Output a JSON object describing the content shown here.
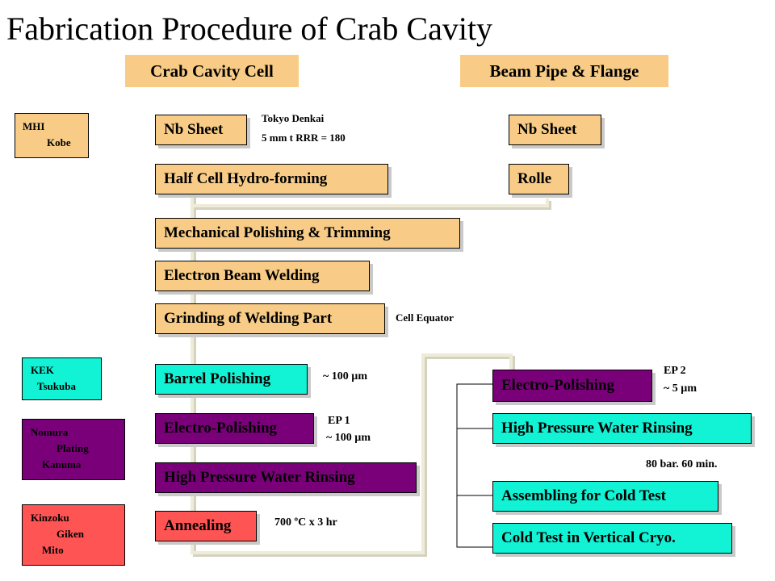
{
  "title": "Fabrication Procedure of Crab Cavity",
  "headers": {
    "cell": "Crab Cavity Cell",
    "pipe": "Beam Pipe & Flange"
  },
  "orgs": [
    {
      "lines": [
        "MHI",
        "Kobe"
      ]
    },
    {
      "lines": [
        "KEK",
        "Tsukuba"
      ]
    },
    {
      "lines": [
        "Nomura",
        "Plating",
        "Kanuma"
      ]
    },
    {
      "lines": [
        "Kinzoku",
        "Giken",
        "Mito"
      ]
    }
  ],
  "steps": {
    "nb_sheet_cell": "Nb Sheet",
    "half_cell": "Half Cell   Hydro-forming",
    "nb_sheet_pipe": "Nb Sheet",
    "rolle": "Rolle",
    "mech_polish": "Mechanical Polishing & Trimming",
    "eb_welding": "Electron Beam Welding",
    "grinding": "Grinding of Welding Part",
    "barrel": "Barrel Polishing",
    "ep1": "Electro-Polishing",
    "hpr1": "High Pressure Water Rinsing",
    "annealing": "Annealing",
    "ep2": "Electro-Polishing",
    "hpr2": "High Pressure Water Rinsing",
    "assembling": "Assembling for Cold Test",
    "cold_test": "Cold Test in Vertical Cryo."
  },
  "notes": {
    "supplier_1": "Tokyo Denkai",
    "supplier_2": "5 mm t  RRR = 180",
    "cell_equator": "Cell Equator",
    "barrel_depth": "~ 100 µm",
    "ep1_1": "EP 1",
    "ep1_2": "~ 100 µm",
    "annealing": "700 ºC x  3 hr",
    "ep2_1": "EP 2",
    "ep2_2": "~ 5 µm",
    "hpr2": "80 bar.    60 min."
  },
  "colors": {
    "process_orange": "#f8cc86",
    "kek_cyan": "#12f2d4",
    "nomura_purple": "#7a007a",
    "kinzoku_red": "#ff5454",
    "connector": "#efebd9"
  }
}
